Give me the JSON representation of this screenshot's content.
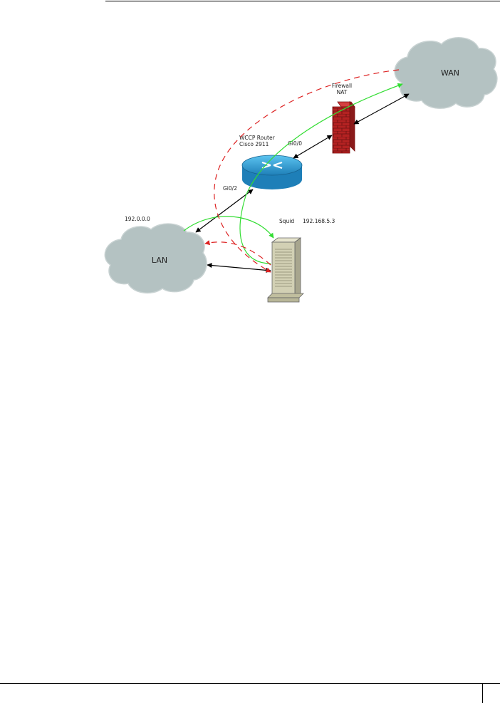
{
  "nodes": {
    "wan": {
      "label": "WAN"
    },
    "lan": {
      "label": "LAN"
    },
    "firewall": {
      "line1": "Firewall",
      "line2": "NAT"
    },
    "router": {
      "line1": "WCCP Router",
      "line2": "Cisco 2911"
    },
    "squid": {
      "label": "Squid",
      "ip": "192.168.5.3"
    }
  },
  "interfaces": {
    "gi0_0": "Gi0/0",
    "gi0_2": "Gi0/2"
  },
  "subnets": {
    "lan": "192.0.0.0"
  },
  "colors": {
    "cloud": "#b4c2c2",
    "router": "#2a9fd4",
    "firewall": "#b42222",
    "server": "#d2d0b4",
    "green_path": "#33dd33",
    "red_path": "#dd2222",
    "link": "#000000"
  },
  "icons": [
    "cloud-icon",
    "router-icon",
    "firewall-icon",
    "server-icon"
  ]
}
